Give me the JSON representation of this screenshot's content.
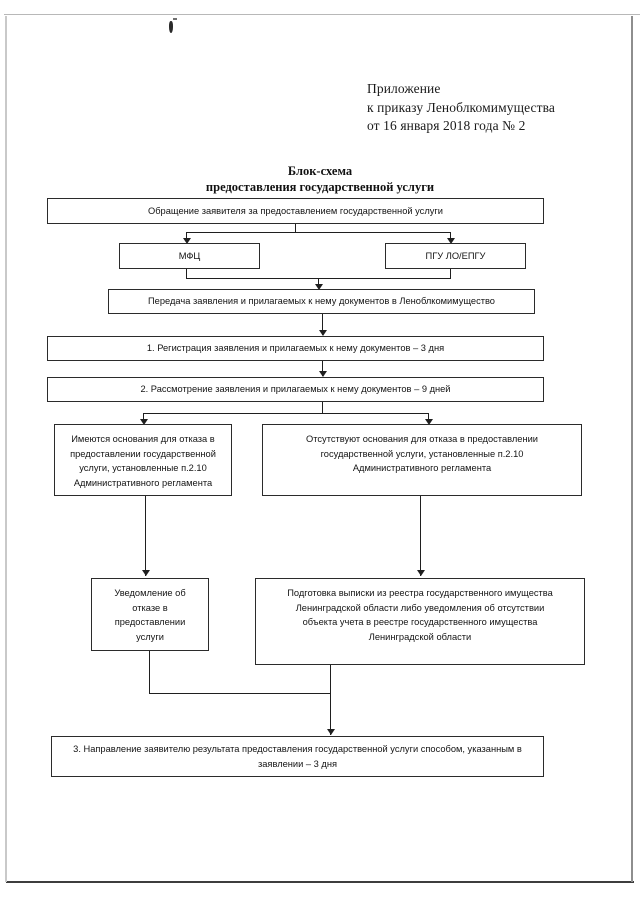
{
  "document": {
    "header": {
      "line1": "Приложение",
      "line2": "к приказу Леноблкомимущества",
      "line3": "от 16 января  2018 года  № 2"
    },
    "title": {
      "line1": "Блок-схема",
      "line2": "предоставления государственной услуги"
    }
  },
  "flowchart": {
    "nodes": {
      "application": "Обращение заявителя за предоставлением государственной услуги",
      "mfc": "МФЦ",
      "pgu": "ПГУ ЛО/ЕПГУ",
      "transfer": "Передача заявления и прилагаемых к нему документов в Леноблкомимущество",
      "step1": "1.   Регистрация заявления и прилагаемых к нему документов – 3 дня",
      "step2": "2. Рассмотрение заявления и прилагаемых к нему документов – 9 дней",
      "refusal_grounds": {
        "l1": "Имеются основания для отказа в",
        "l2": "предоставлении государственной",
        "l3": "услуги, установленные  п.2.10",
        "l4": "Административного регламента"
      },
      "no_refusal_grounds": {
        "l1": "Отсутствуют основания для отказа в предоставлении",
        "l2": "государственной  услуги, установленные п.2.10",
        "l3": "Административного регламента"
      },
      "refusal_notice": {
        "l1": "Уведомление об",
        "l2": "отказе в",
        "l3": "предоставлении",
        "l4": "услуги"
      },
      "extract_preparation": {
        "l1": "Подготовка выписки из реестра государственного имущества",
        "l2": "Ленинградской области либо уведомления об отсутствии",
        "l3": "объекта учета в реестре государственного имущества",
        "l4": "Ленинградской области"
      },
      "step3": {
        "l1": "3. Направление заявителю результата предоставления государственной услуги способом, указанным в",
        "l2": "заявлении – 3 дня"
      }
    }
  }
}
